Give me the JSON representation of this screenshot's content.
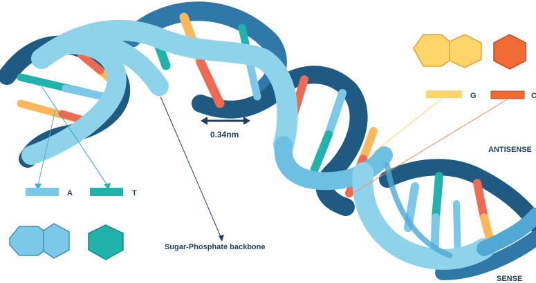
{
  "labels": {
    "a": "A",
    "t": "T",
    "g": "G",
    "c": "C",
    "distance": "0.34nm",
    "backbone": "Sugar-Phosphate backbone",
    "antisense": "ANTISENSE",
    "sense": "SENSE"
  },
  "colors": {
    "backbone_light": "#8fd3ea",
    "backbone_mid": "#4fa9d4",
    "backbone_dark": "#1e5a82",
    "adenine": "#7cc8e8",
    "thymine": "#1fb3ac",
    "guanine": "#fdb85c",
    "cytosine": "#ef6a55",
    "text": "#1f3f63"
  }
}
